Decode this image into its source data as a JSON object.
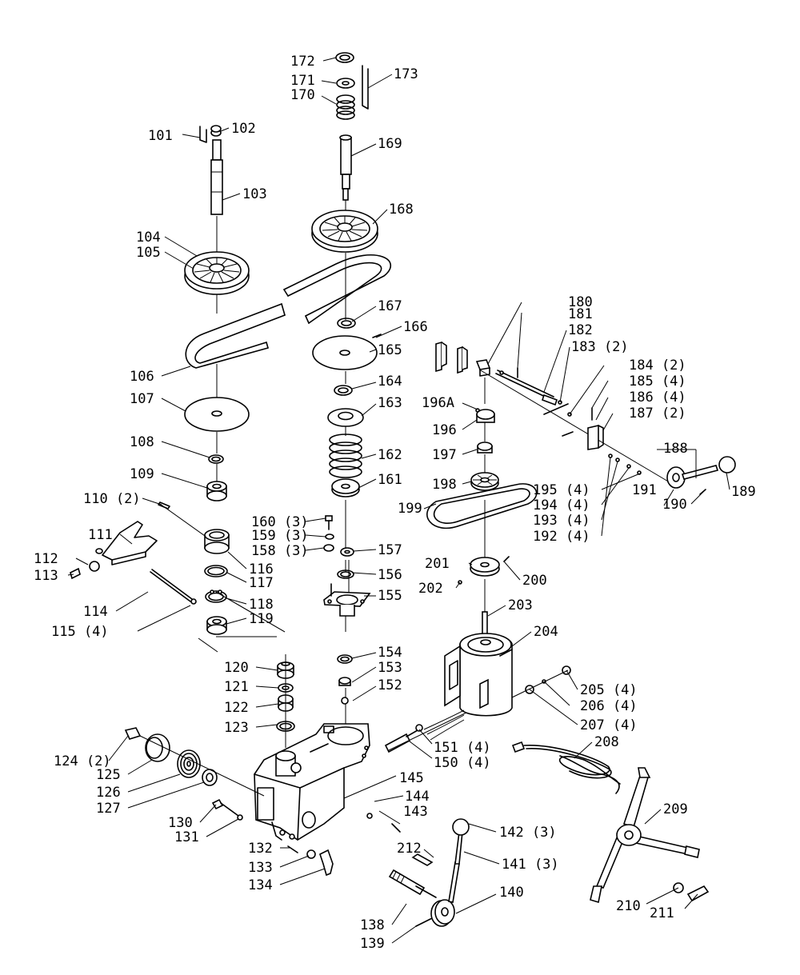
{
  "callouts": [
    {
      "id": "101",
      "text": "101"
    },
    {
      "id": "102",
      "text": "102"
    },
    {
      "id": "103",
      "text": "103"
    },
    {
      "id": "104",
      "text": "104"
    },
    {
      "id": "105",
      "text": "105"
    },
    {
      "id": "106",
      "text": "106"
    },
    {
      "id": "107",
      "text": "107"
    },
    {
      "id": "108",
      "text": "108"
    },
    {
      "id": "109",
      "text": "109"
    },
    {
      "id": "110",
      "text": "110 (2)"
    },
    {
      "id": "111",
      "text": "111"
    },
    {
      "id": "112",
      "text": "112"
    },
    {
      "id": "113",
      "text": "113"
    },
    {
      "id": "114",
      "text": "114"
    },
    {
      "id": "115",
      "text": "115 (4)"
    },
    {
      "id": "116",
      "text": "116"
    },
    {
      "id": "117",
      "text": "117"
    },
    {
      "id": "118",
      "text": "118"
    },
    {
      "id": "119",
      "text": "119"
    },
    {
      "id": "120",
      "text": "120"
    },
    {
      "id": "121",
      "text": "121"
    },
    {
      "id": "122",
      "text": "122"
    },
    {
      "id": "123",
      "text": "123"
    },
    {
      "id": "124",
      "text": "124 (2)"
    },
    {
      "id": "125",
      "text": "125"
    },
    {
      "id": "126",
      "text": "126"
    },
    {
      "id": "127",
      "text": "127"
    },
    {
      "id": "130",
      "text": "130"
    },
    {
      "id": "131",
      "text": "131"
    },
    {
      "id": "132",
      "text": "132"
    },
    {
      "id": "133",
      "text": "133"
    },
    {
      "id": "134",
      "text": "134"
    },
    {
      "id": "138",
      "text": "138"
    },
    {
      "id": "139",
      "text": "139"
    },
    {
      "id": "140",
      "text": "140"
    },
    {
      "id": "141",
      "text": "141 (3)"
    },
    {
      "id": "142",
      "text": "142 (3)"
    },
    {
      "id": "143",
      "text": "143"
    },
    {
      "id": "144",
      "text": "144"
    },
    {
      "id": "145",
      "text": "145"
    },
    {
      "id": "150",
      "text": "150 (4)"
    },
    {
      "id": "151",
      "text": "151 (4)"
    },
    {
      "id": "152",
      "text": "152"
    },
    {
      "id": "153",
      "text": "153"
    },
    {
      "id": "154",
      "text": "154"
    },
    {
      "id": "155",
      "text": "155"
    },
    {
      "id": "156",
      "text": "156"
    },
    {
      "id": "157",
      "text": "157"
    },
    {
      "id": "158",
      "text": "158 (3)"
    },
    {
      "id": "159",
      "text": "159 (3)"
    },
    {
      "id": "160",
      "text": "160 (3)"
    },
    {
      "id": "161",
      "text": "161"
    },
    {
      "id": "162",
      "text": "162"
    },
    {
      "id": "163",
      "text": "163"
    },
    {
      "id": "164",
      "text": "164"
    },
    {
      "id": "165",
      "text": "165"
    },
    {
      "id": "166",
      "text": "166"
    },
    {
      "id": "167",
      "text": "167"
    },
    {
      "id": "168",
      "text": "168"
    },
    {
      "id": "169",
      "text": "169"
    },
    {
      "id": "170",
      "text": "170"
    },
    {
      "id": "171",
      "text": "171"
    },
    {
      "id": "172",
      "text": "172"
    },
    {
      "id": "173",
      "text": "173"
    },
    {
      "id": "180",
      "text": "180"
    },
    {
      "id": "181",
      "text": "181"
    },
    {
      "id": "182",
      "text": "182"
    },
    {
      "id": "183",
      "text": "183 (2)"
    },
    {
      "id": "184",
      "text": "184 (2)"
    },
    {
      "id": "185",
      "text": "185 (4)"
    },
    {
      "id": "186",
      "text": "186 (4)"
    },
    {
      "id": "187",
      "text": "187 (2)"
    },
    {
      "id": "188",
      "text": "188"
    },
    {
      "id": "189",
      "text": "189"
    },
    {
      "id": "190",
      "text": "190"
    },
    {
      "id": "191",
      "text": "191"
    },
    {
      "id": "192",
      "text": "192 (4)"
    },
    {
      "id": "193",
      "text": "193 (4)"
    },
    {
      "id": "194",
      "text": "194 (4)"
    },
    {
      "id": "195",
      "text": "195 (4)"
    },
    {
      "id": "196",
      "text": "196"
    },
    {
      "id": "196A",
      "text": "196A"
    },
    {
      "id": "197",
      "text": "197"
    },
    {
      "id": "198",
      "text": "198"
    },
    {
      "id": "199",
      "text": "199"
    },
    {
      "id": "200",
      "text": "200"
    },
    {
      "id": "201",
      "text": "201"
    },
    {
      "id": "202",
      "text": "202"
    },
    {
      "id": "203",
      "text": "203"
    },
    {
      "id": "204",
      "text": "204"
    },
    {
      "id": "205",
      "text": "205 (4)"
    },
    {
      "id": "206",
      "text": "206 (4)"
    },
    {
      "id": "207",
      "text": "207 (4)"
    },
    {
      "id": "208",
      "text": "208"
    },
    {
      "id": "209",
      "text": "209"
    },
    {
      "id": "210",
      "text": "210"
    },
    {
      "id": "211",
      "text": "211"
    },
    {
      "id": "212",
      "text": "212"
    }
  ]
}
